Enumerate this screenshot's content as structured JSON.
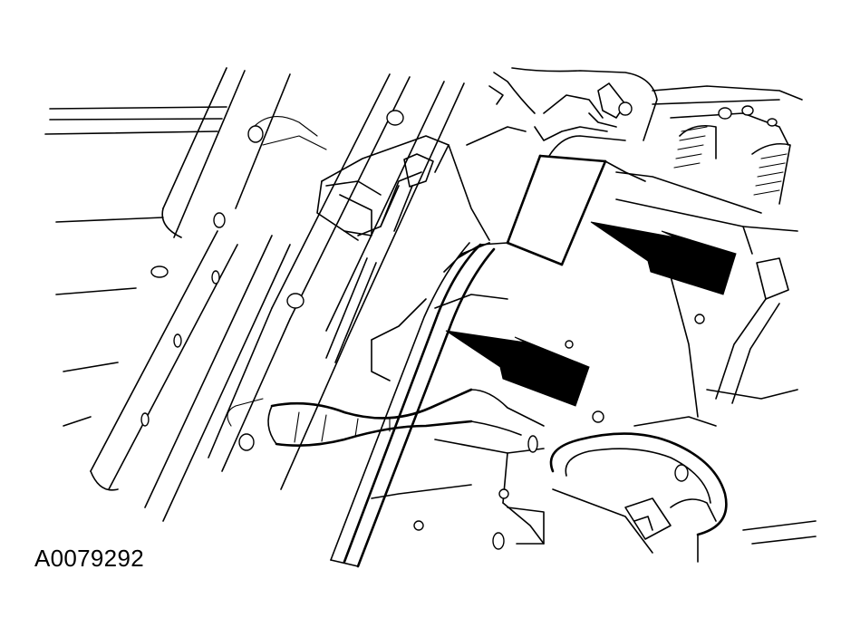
{
  "figure": {
    "id_label": "A0079292"
  },
  "colors": {
    "line": "#000000",
    "background": "#ffffff"
  },
  "callouts": [
    {
      "name": "arrow-upper",
      "icon": "black-callout-arrow"
    },
    {
      "name": "arrow-lower",
      "icon": "black-callout-arrow"
    }
  ]
}
